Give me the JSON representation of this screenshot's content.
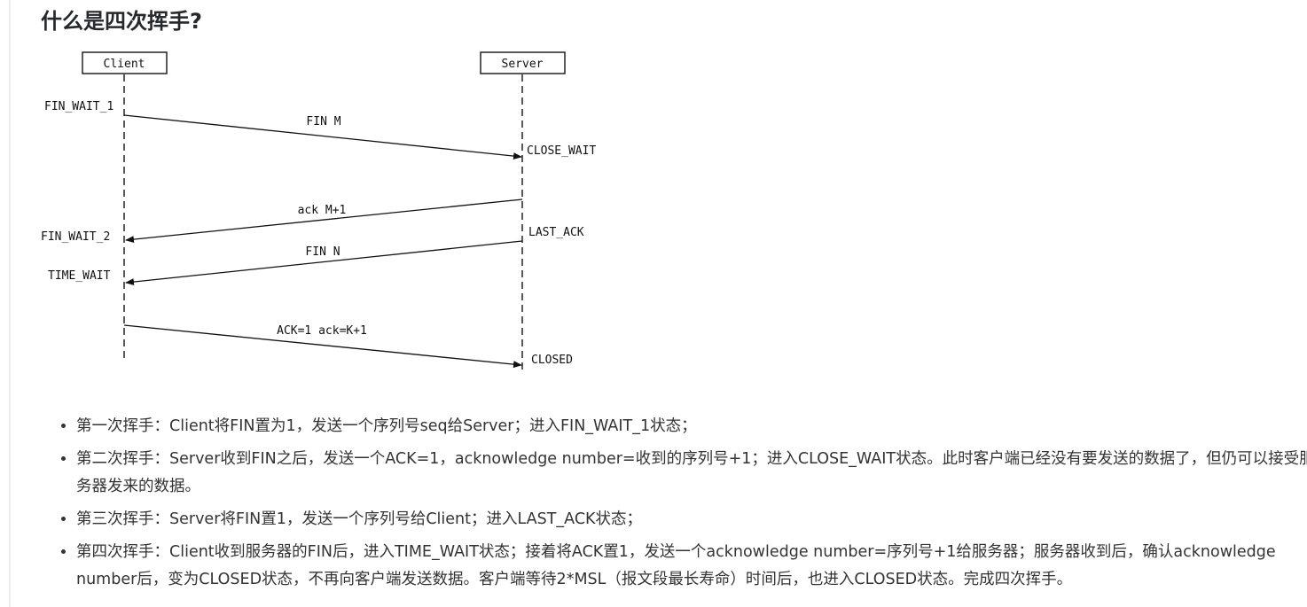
{
  "heading": "什么是四次挥手?",
  "diagram": {
    "client_label": "Client",
    "server_label": "Server",
    "states": {
      "fin_wait_1": "FIN_WAIT_1",
      "close_wait": "CLOSE_WAIT",
      "fin_wait_2": "FIN_WAIT_2",
      "last_ack": "LAST_ACK",
      "time_wait": "TIME_WAIT",
      "closed": "CLOSED"
    },
    "messages": {
      "fin_m": "FIN M",
      "ack_m1": "ack M+1",
      "fin_n": "FIN N",
      "ack_k1": "ACK=1 ack=K+1"
    }
  },
  "steps": [
    "第一次挥手：Client将FIN置为1，发送一个序列号seq给Server；进入FIN_WAIT_1状态；",
    "第二次挥手：Server收到FIN之后，发送一个ACK=1，acknowledge number=收到的序列号+1；进入CLOSE_WAIT状态。此时客户端已经没有要发送的数据了，但仍可以接受服务器发来的数据。",
    "第三次挥手：Server将FIN置1，发送一个序列号给Client；进入LAST_ACK状态；",
    "第四次挥手：Client收到服务器的FIN后，进入TIME_WAIT状态；接着将ACK置1，发送一个acknowledge number=序列号+1给服务器；服务器收到后，确认acknowledge number后，变为CLOSED状态，不再向客户端发送数据。客户端等待2*MSL（报文段最长寿命）时间后，也进入CLOSED状态。完成四次挥手。"
  ]
}
